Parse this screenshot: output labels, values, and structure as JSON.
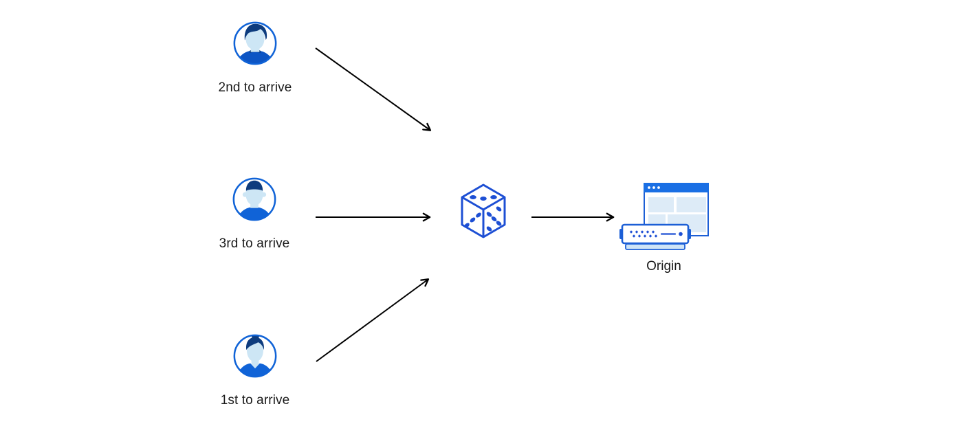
{
  "page": {
    "background": "#ffffff"
  },
  "diagram": {
    "clients": [
      {
        "id": "client-2nd",
        "label": "2nd to arrive",
        "avatar": "man-side-part-avatar"
      },
      {
        "id": "client-3rd",
        "label": "3rd to arrive",
        "avatar": "man-crew-cut-avatar"
      },
      {
        "id": "client-1st",
        "label": "1st to arrive",
        "avatar": "woman-bun-avatar"
      }
    ],
    "randomizer": {
      "icon": "dice-icon"
    },
    "origin": {
      "label": "Origin",
      "icon": "origin-server-icon"
    },
    "arrows": [
      {
        "from": "client-2nd",
        "to": "dice"
      },
      {
        "from": "client-3rd",
        "to": "dice"
      },
      {
        "from": "client-1st",
        "to": "dice"
      },
      {
        "from": "dice",
        "to": "origin"
      }
    ],
    "colors": {
      "primary_blue": "#1063d7",
      "navy_hair": "#0e3c7e",
      "skin_light_blue": "#cde6f5",
      "dice_blue": "#1d4fd4",
      "window_bar_blue": "#1a6fe4",
      "window_stroke_blue": "#1c5fd6",
      "panel_light_blue": "#ddebf7",
      "server_base_blue": "#cfe4f6",
      "arrow_black": "#000000",
      "label_text": "#1a1a1a"
    }
  }
}
